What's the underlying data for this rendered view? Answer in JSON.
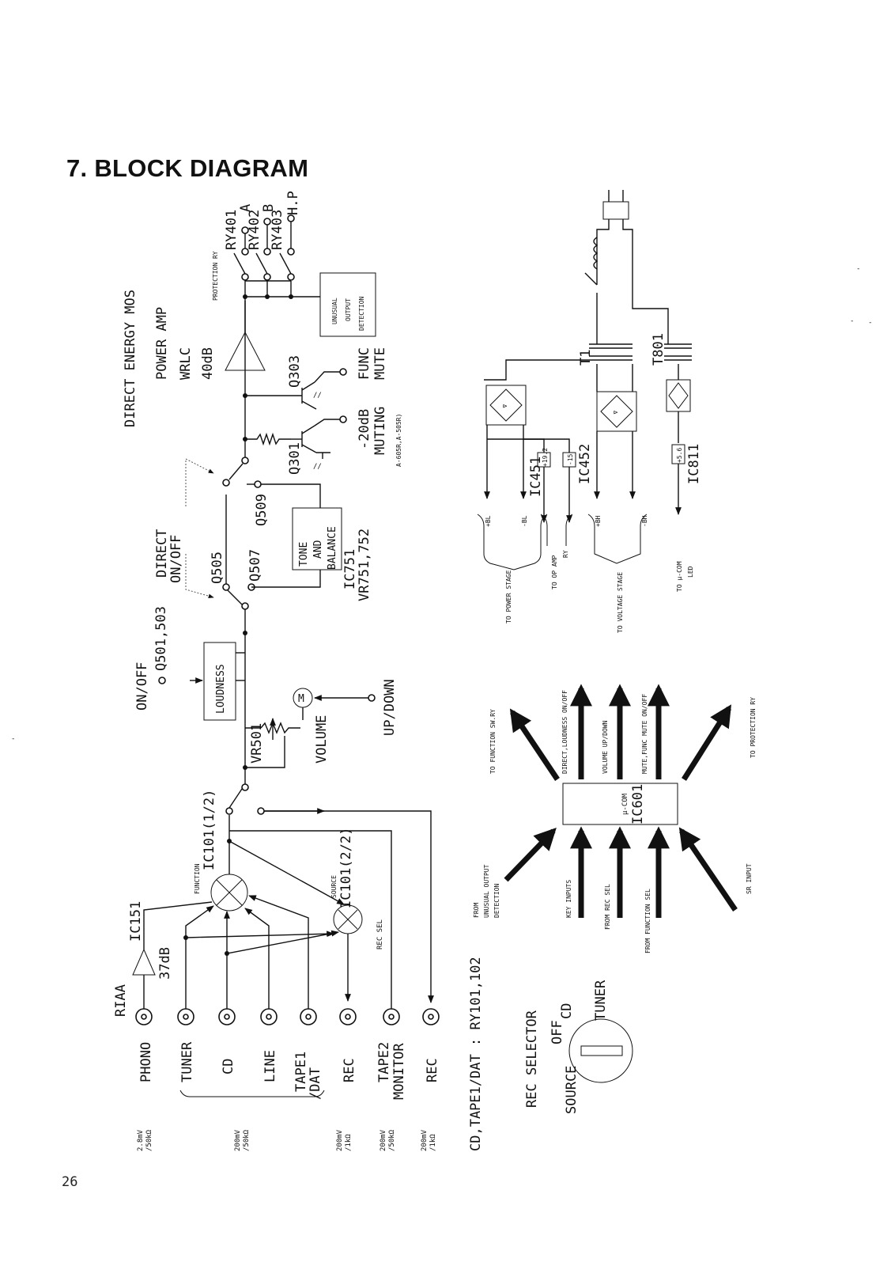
{
  "page": {
    "heading": "7. BLOCK DIAGRAM",
    "page_number": "26"
  },
  "power_amp": {
    "title": "DIRECT ENERGY MOS",
    "label": "POWER AMP",
    "wrlc": "WRLC",
    "gain": "40dB",
    "protection_label": "PROTECTION RY",
    "relays": [
      "RY401",
      "RY402",
      "RY403"
    ],
    "outputs": [
      "A",
      "B",
      "H.P"
    ],
    "unusual_lines": [
      "UNUSUAL",
      "OUTPUT",
      "DETECTION"
    ],
    "q303": "Q303",
    "q301": "Q301",
    "func_lines": [
      "FUNC",
      "MUTE"
    ],
    "muting_lines": [
      "-20dB",
      "MUTING"
    ],
    "model_note": "A-605R,A-505R)"
  },
  "direct": {
    "label_lines": [
      "DIRECT",
      "ON/OFF"
    ],
    "q505": "Q505",
    "q507": "Q507",
    "q509": "Q509",
    "tone_lines": [
      "TONE",
      "AND",
      "BALANCE"
    ],
    "ic751": "IC751",
    "vr751": "VR751,752"
  },
  "loudness": {
    "label": "LOUDNESS",
    "onoff": "ON/OFF",
    "q501": "Q501,503",
    "vr501": "VR501",
    "volume": "VOLUME",
    "motor": "M",
    "updown": "UP/DOWN"
  },
  "inputs": {
    "riaa": "RIAA",
    "ic151": "IC151",
    "gain": "37dB",
    "function_label": "FUNCTION",
    "ic101_1": "IC101(1/2)",
    "source_label": "SOURCE",
    "ic101_2": "IC101(2/2)",
    "rec_sel": "REC SEL",
    "jacks": [
      "PHONO",
      "TUNER",
      "CD",
      "LINE",
      "TAPE1\n/DAT",
      "REC",
      "TAPE2\nMONITOR",
      "REC"
    ],
    "specs": [
      "2.8mV\n/50kΩ",
      "200mV\n/50kΩ",
      "200mV\n/1kΩ",
      "200mV\n/50kΩ",
      "200mV\n/1kΩ"
    ]
  },
  "relay_note": "CD,TAPE1/DAT : RY101,102",
  "rec_selector": {
    "title": "REC SELECTOR",
    "positions": [
      "SOURCE",
      "OFF",
      "CD",
      "TUNER"
    ]
  },
  "microcomputer": {
    "name": "μ-COM",
    "ic": "IC601",
    "inputs": [
      "FROM UNUSUAL OUTPUT DETECTION",
      "KEY INPUTS",
      "FROM REC SEL",
      "FROM FUNCTION SEL",
      "SR INPUT"
    ],
    "outputs": [
      "TO FUNCTION SW.RY",
      "DIRECT,LOUDNESS ON/OFF",
      "VOLUME UP/DOWN",
      "MUTE,FUNC MUTE ON/OFF",
      "TO PROTECTION RY"
    ]
  },
  "power_supply": {
    "t1": "T1",
    "t801": "T801",
    "ic451": "IC451",
    "ic451_v": "+19.2",
    "ic452": "IC452",
    "ic452_v": "-15",
    "ic811": "IC811",
    "ic811_v": "+5.6",
    "rails": [
      "+BL",
      "-BL",
      "+BH",
      "-BH"
    ],
    "targets": [
      "TO POWER STAGE",
      "TO OP AMP RY",
      "TO VOLTAGE STAGE",
      "TO μ-COM LED"
    ]
  }
}
